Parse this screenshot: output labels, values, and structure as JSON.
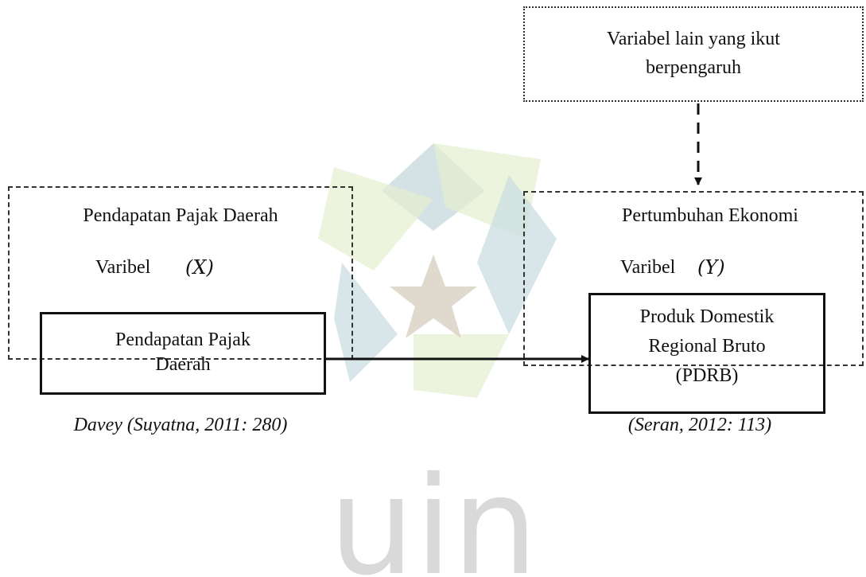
{
  "watermark": {
    "text": "uin",
    "colors": {
      "teal": "#c9dbe0",
      "green": "#e4efcf",
      "gray": "#d9d9d9"
    }
  },
  "other_variables": {
    "line1": "Variabel lain yang ikut",
    "line2": "berpengaruh"
  },
  "left_panel": {
    "title": "Pendapatan Pajak Daerah",
    "variable_label": "Varibel",
    "variable_symbol": "(X)",
    "box_line1": "Pendapatan Pajak",
    "box_line2": "Daerah",
    "citation": "Davey (Suyatna, 2011: 280)"
  },
  "right_panel": {
    "title": "Pertumbuhan Ekonomi",
    "variable_label": "Varibel",
    "variable_symbol": "(Y)",
    "box_line1": "Produk Domestik",
    "box_line2": "Regional Bruto",
    "box_line3": "(PDRB)",
    "citation": "(Seran, 2012: 113)"
  }
}
